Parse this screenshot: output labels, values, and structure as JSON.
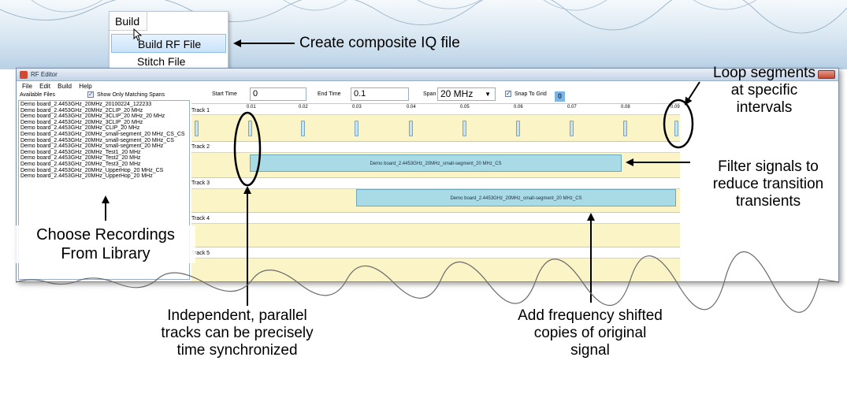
{
  "menu": {
    "header": "Build",
    "items": [
      "Build RF File",
      "Stitch File"
    ]
  },
  "window": {
    "title": "RF Editor",
    "menubar": [
      "File",
      "Edit",
      "Build",
      "Help"
    ],
    "files_label": "Available Files",
    "show_matching": "Show Only Matching Spans",
    "files": [
      "Demo board_2.4453GHz_20MHz_20100224_122233",
      "Demo board_2.4453GHz_20MHz_2CLIP_20 MHz",
      "Demo board_2.4453GHz_20MHz_3CLIP_20 MHz_20 MHz",
      "Demo board_2.4453GHz_20MHz_3CLIP_20 MHz",
      "Demo board_2.4453GHz_20MHz_CLIP_20 MHz",
      "Demo board_2.4453GHz_20MHz_small-segment_20 MHz_CS_CS",
      "Demo board_2.4453GHz_20MHz_small-segment_20 MHz_CS",
      "Demo board_2.4453GHz_20MHz_small-segment_20 MHz",
      "Demo board_2.4453GHz_20MHz_Test1_20 MHz",
      "Demo board_2.4453GHz_20MHz_Test2_20 MHz",
      "Demo board_2.4453GHz_20MHz_Test3_20 MHz",
      "Demo board_2.4453GHz_20MHz_UpperHop_20 MHz_CS",
      "Demo board_2.4453GHz_20MHz_UpperHop_20 MHz"
    ],
    "start_time_label": "Start Time",
    "start_time": "0",
    "end_time_label": "End Time",
    "end_time": "0.1",
    "span_label": "Span",
    "span": "20 MHz",
    "snap_label": "Snap To Grid",
    "snap_value": "0"
  },
  "timeline": {
    "ticks": [
      "0.01",
      "0.02",
      "0.03",
      "0.04",
      "0.05",
      "0.06",
      "0.07",
      "0.08",
      "0.09"
    ],
    "tracks": [
      "Track 1",
      "Track 2",
      "Track 3",
      "Track 4",
      "Track 5"
    ],
    "clip_track2": "Demo board_2.4453GHz_20MHz_small-segment_20 MHz_CS",
    "clip_track3": "Demo board_2.4453GHz_20MHz_small-segment_20 MHz_CS"
  },
  "annotations": {
    "composite": "Create composite IQ file",
    "loop": [
      "Loop segments",
      "at specific",
      "intervals"
    ],
    "filter": [
      "Filter signals to",
      "reduce transition",
      "transients"
    ],
    "choose": [
      "Choose Recordings",
      "From Library"
    ],
    "independent": [
      "Independent, parallel",
      "tracks can be precisely",
      "time synchronized"
    ],
    "frequency": [
      "Add frequency shifted",
      "copies of original",
      "signal"
    ]
  }
}
